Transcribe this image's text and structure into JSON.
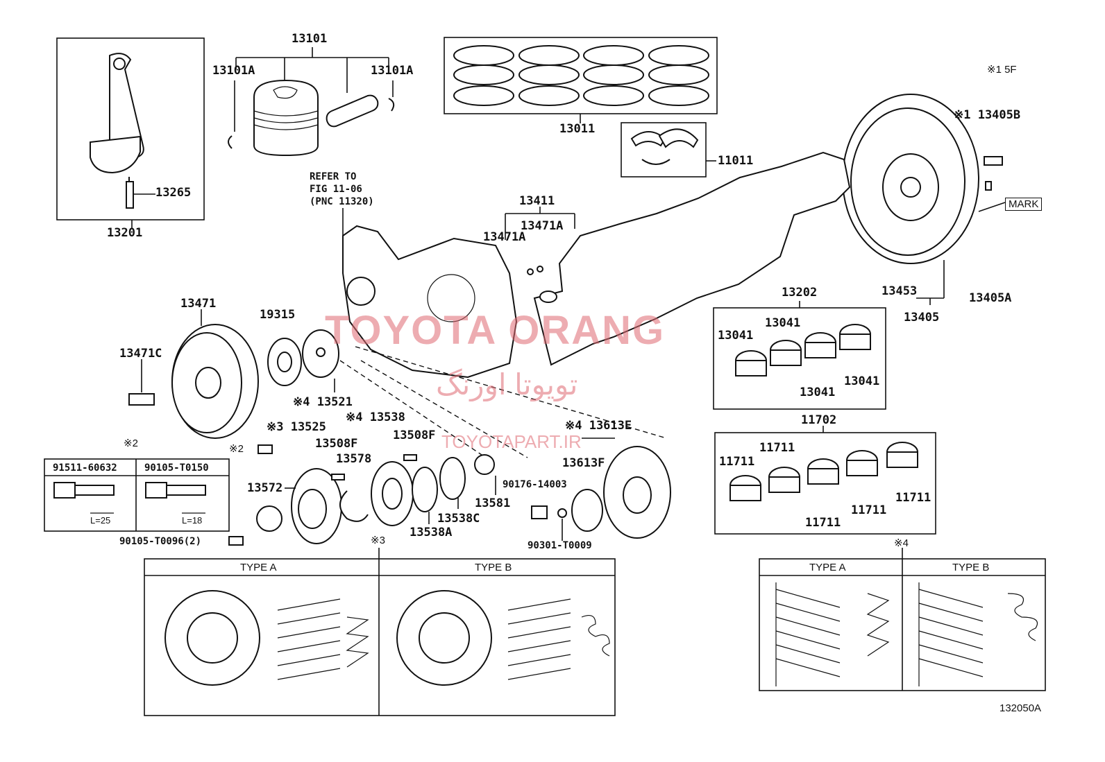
{
  "labels": {
    "p13101": "13101",
    "p13101a_l": "13101A",
    "p13101a_r": "13101A",
    "p13011": "13011",
    "p11011": "11011",
    "n1_5f": "※1 5F",
    "p13405b": "※1 13405B",
    "mark": "MARK",
    "p13265": "13265",
    "p13201": "13201",
    "refer1": "REFER TO",
    "refer2": "FIG 11-06",
    "refer3": "(PNC 11320)",
    "p13411": "13411",
    "p13471a_r": "13471A",
    "p13471a_l": "13471A",
    "p13453": "13453",
    "p13405a": "13405A",
    "p13405": "13405",
    "p13202": "13202",
    "p13471": "13471",
    "p19315": "19315",
    "p13471c": "13471C",
    "p13041_1": "13041",
    "p13041_2": "13041",
    "p13041_3": "13041",
    "p13041_4": "13041",
    "p13521": "※4 13521",
    "p13525": "※3 13525",
    "p13538": "※4 13538",
    "p13508f_a": "13508F",
    "p13508f_b": "13508F",
    "p13578": "13578",
    "p13613e": "※4 13613E",
    "p13613f": "13613F",
    "p11702": "11702",
    "p11711_1": "11711",
    "p11711_2": "11711",
    "p11711_3": "11711",
    "p11711_4": "11711",
    "p11711_5": "11711",
    "n2_top": "※2",
    "n2_bolt": "※2",
    "p13572": "13572",
    "p13581": "13581",
    "p13538c": "13538C",
    "p13538a": "13538A",
    "p90176": "90176-14003",
    "p90301": "90301-T0009",
    "p90105_t0096": "90105-T0096(2)",
    "n3": "※3",
    "n4": "※4",
    "diagram_id": "132050A"
  },
  "bolt_table": {
    "col1_part": "91511-60632",
    "col1_len": "L=25",
    "col2_part": "90105-T0150",
    "col2_len": "L=18"
  },
  "type_panels": {
    "left_type_a": "TYPE A",
    "left_type_b": "TYPE B",
    "right_type_a": "TYPE A",
    "right_type_b": "TYPE B"
  },
  "watermarks": {
    "brand": "TOYOTA ORANG",
    "persian": "تویوتا اورنگ",
    "site": "TOYOTAPART.IR"
  }
}
